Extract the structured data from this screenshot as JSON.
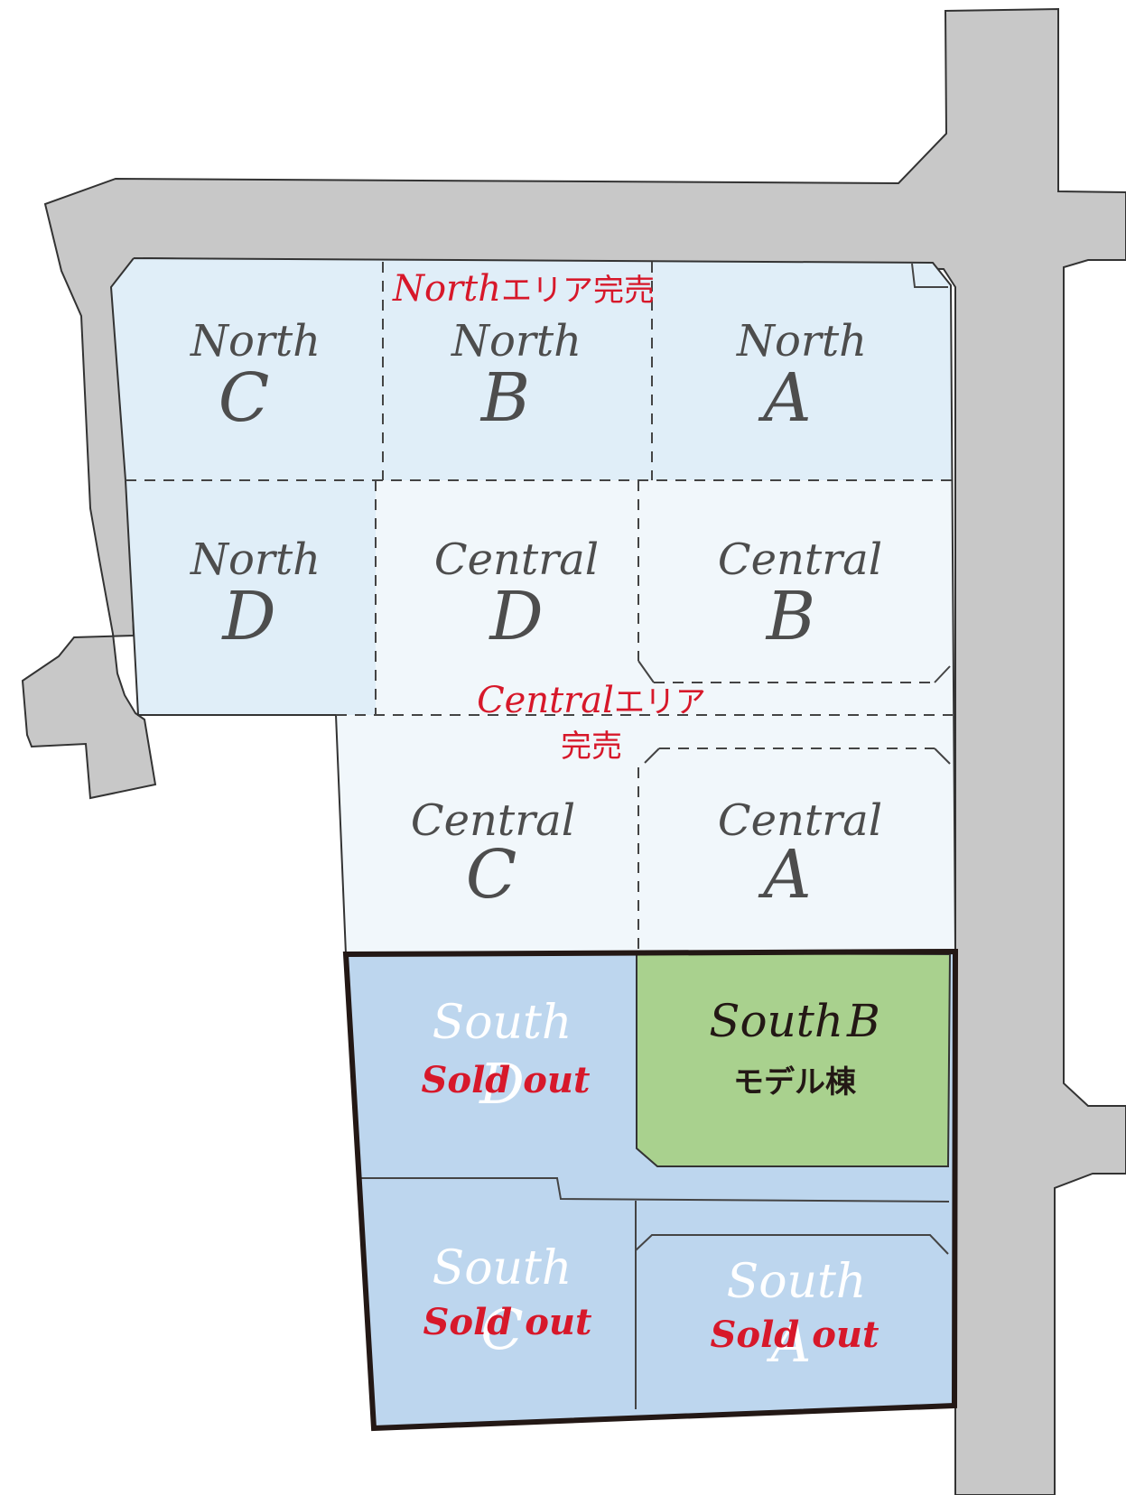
{
  "map": {
    "lots": [
      {
        "id": "north-c",
        "area": "North",
        "letter": "C"
      },
      {
        "id": "north-b",
        "area": "North",
        "letter": "B"
      },
      {
        "id": "north-a",
        "area": "North",
        "letter": "A"
      },
      {
        "id": "north-d",
        "area": "North",
        "letter": "D"
      },
      {
        "id": "central-d",
        "area": "Central",
        "letter": "D"
      },
      {
        "id": "central-b",
        "area": "Central",
        "letter": "B"
      },
      {
        "id": "central-c",
        "area": "Central",
        "letter": "C"
      },
      {
        "id": "central-a",
        "area": "Central",
        "letter": "A"
      },
      {
        "id": "south-d",
        "area": "South",
        "letter": "D",
        "status": "Sold out"
      },
      {
        "id": "south-b",
        "area": "South",
        "letter": "B",
        "note": "モデル棟"
      },
      {
        "id": "south-c",
        "area": "South",
        "letter": "C",
        "status": "Sold out"
      },
      {
        "id": "south-a",
        "area": "South",
        "letter": "A",
        "status": "Sold out"
      }
    ],
    "north_notice": {
      "area": "North",
      "text": "エリア完売"
    },
    "central_notice": {
      "area": "Central",
      "text_line1": "エリア",
      "text_line2": "完売"
    },
    "colors": {
      "road": "#c8c8c8",
      "north_lot": "#e0eef8",
      "central_lot": "#f1f7fb",
      "south_lot": "#bdd6ee",
      "model_lot": "#a9d18e",
      "sold_text": "#d7182a",
      "label_text": "#4d4d4d"
    }
  }
}
